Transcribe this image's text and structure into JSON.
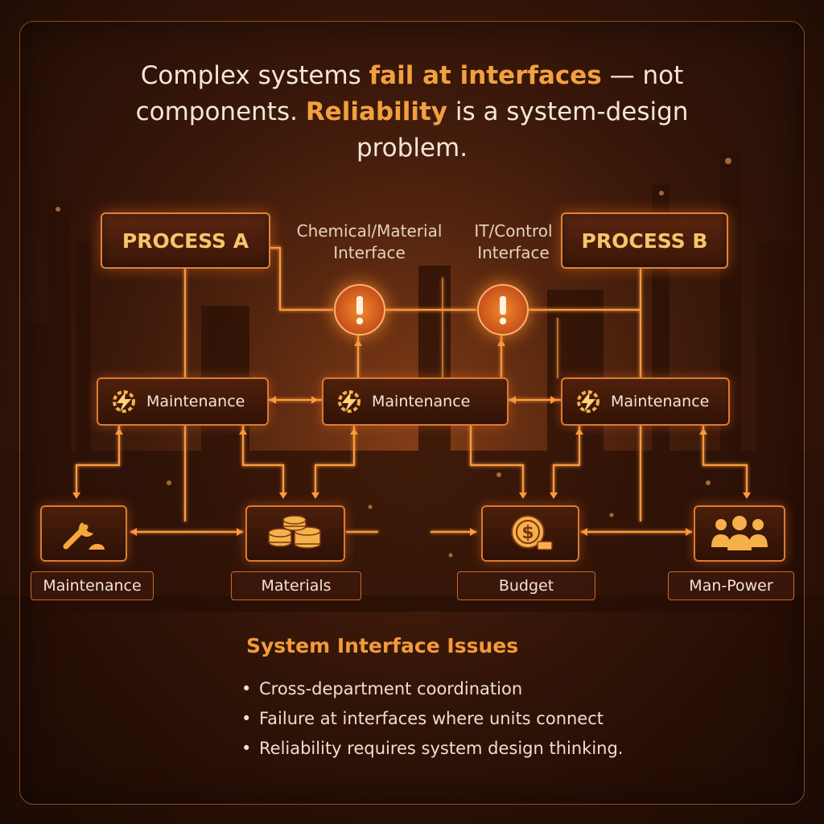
{
  "headline": {
    "line1_a": "Complex systems ",
    "line1_hl": "fail at interfaces",
    "line1_b": " — not",
    "line2_a": "components. ",
    "line2_hl": "Reliability",
    "line2_b": " is a system-design",
    "line3": "problem."
  },
  "processes": {
    "a": "PROCESS A",
    "b": "PROCESS B"
  },
  "interfaces": {
    "chemical_line1": "Chemical/Material",
    "chemical_line2": "Interface",
    "it_line1": "IT/Control",
    "it_line2": "Interface"
  },
  "maintenance_nodes": [
    "Maintenance",
    "Maintenance",
    "Maintenance"
  ],
  "resources": [
    "Maintenance",
    "Materials",
    "Budget",
    "Man-Power"
  ],
  "section": {
    "title": "System Interface Issues",
    "bullet_char": "•",
    "bullets": [
      "Cross-department coordination",
      "Failure at interfaces where units connect",
      "Reliability requires system design thinking."
    ]
  },
  "colors": {
    "accent": "#f2a040",
    "wire": "#ff9a3c",
    "box_border": "#d97a34",
    "warning": "#e0601f"
  },
  "icons": [
    "warning-icon",
    "lightning-gear-icon",
    "wrench-icon",
    "coins-icon",
    "dollar-coin-icon",
    "people-icon"
  ]
}
